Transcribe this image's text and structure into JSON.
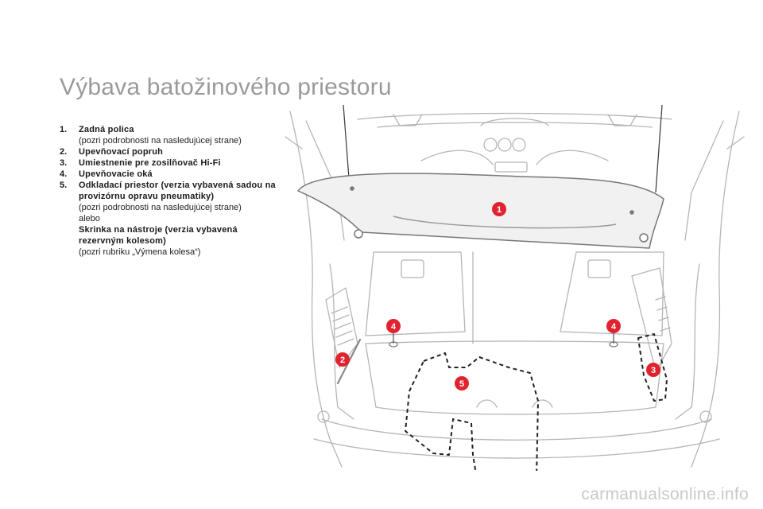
{
  "page": {
    "title": "Výbava batožinového priestoru"
  },
  "legend": [
    {
      "num": "1.",
      "bold": "Zadná polica",
      "note": "(pozri podrobnosti na nasledujúcej strane)"
    },
    {
      "num": "2.",
      "bold": "Upevňovací popruh"
    },
    {
      "num": "3.",
      "bold": "Umiestnenie pre zosilňovač Hi-Fi"
    },
    {
      "num": "4.",
      "bold": "Upevňovacie oká"
    },
    {
      "num": "5.",
      "bold": "Odkladací priestor (verzia vybavená sadou na provizórnu opravu pneumatiky)",
      "note": "(pozri podrobnosti na nasledujúcej strane)",
      "or": "alebo",
      "bold2": "Skrinka na nástroje (verzia vybavená rezervným kolesom)",
      "note2": "(pozri rubriku „Výmena kolesa“)"
    }
  ],
  "figure": {
    "callouts": [
      "1",
      "2",
      "3",
      "4",
      "4",
      "5"
    ],
    "callout_color": "#e0232f"
  },
  "watermark": "carmanualsonline.info"
}
